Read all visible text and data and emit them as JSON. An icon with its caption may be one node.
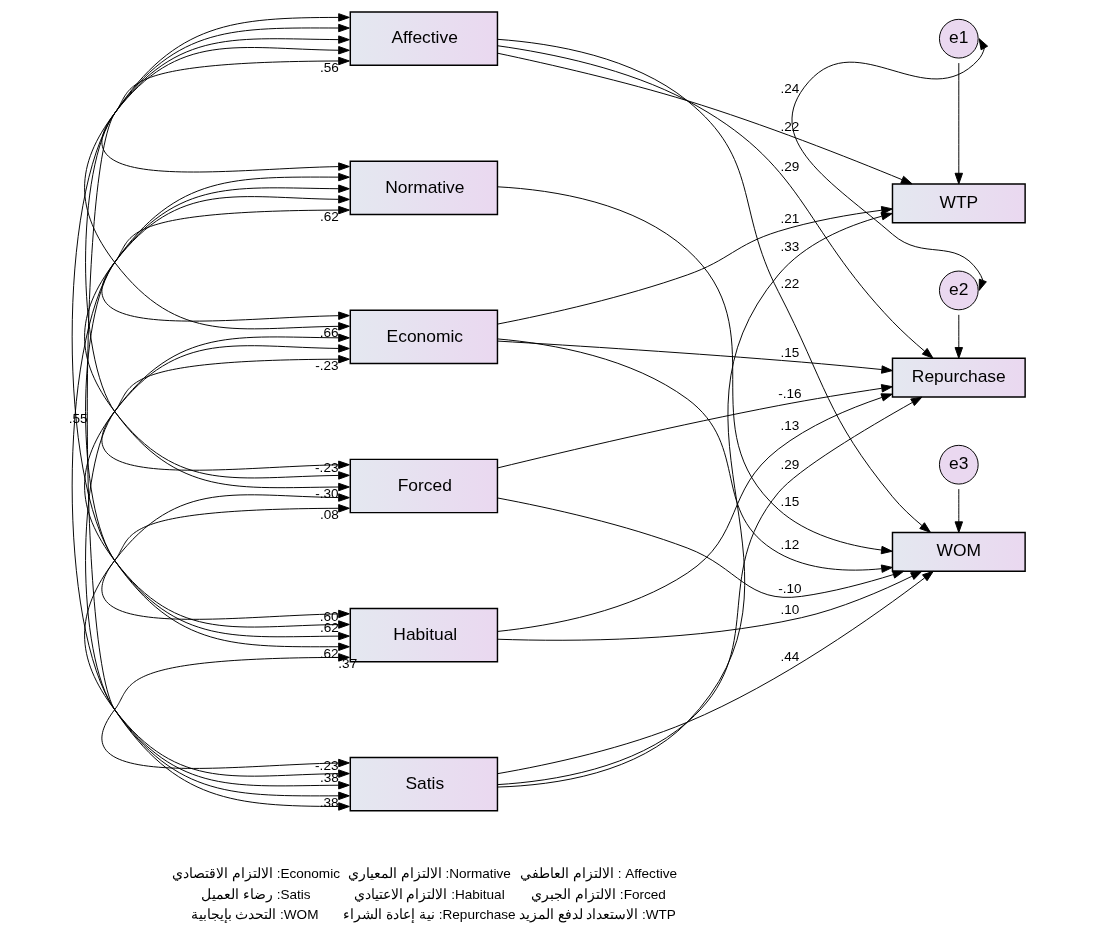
{
  "diagram": {
    "nodes": [
      {
        "text": [
          "Affective"
        ]
      },
      {
        "text": [
          "Normative"
        ]
      },
      {
        "text": [
          "Economic"
        ]
      },
      {
        "text": [
          "Forced"
        ]
      },
      {
        "text": [
          "Habitual"
        ]
      },
      {
        "text": [
          "Satis"
        ]
      },
      {
        "text": [
          "e1"
        ]
      },
      {
        "text": [
          "WTP"
        ]
      },
      {
        "text": [
          "e2"
        ]
      },
      {
        "text": [
          "Repurchase"
        ]
      },
      {
        "text": [
          "e3"
        ]
      },
      {
        "text": [
          "WOM"
        ]
      }
    ],
    "edges": [
      {
        "from": 0,
        "to": 1,
        "arrow": "both",
        "label": ".56"
      },
      {
        "from": 0,
        "to": 2,
        "arrow": "both",
        "label": ".66"
      },
      {
        "from": 0,
        "to": 3,
        "arrow": "both",
        "label": "-.30"
      },
      {
        "from": 0,
        "to": 4,
        "arrow": "both",
        "label": ".62"
      },
      {
        "from": 0,
        "to": 5,
        "arrow": "both",
        "label": ".55"
      },
      {
        "from": 1,
        "to": 2,
        "arrow": "both",
        "label": ".62"
      },
      {
        "from": 1,
        "to": 3,
        "arrow": "both",
        "label": "-.23"
      },
      {
        "from": 1,
        "to": 4,
        "arrow": "both",
        "label": ".62"
      },
      {
        "from": 1,
        "to": 5,
        "arrow": "both",
        "label": ".38"
      },
      {
        "from": 2,
        "to": 3,
        "arrow": "both",
        "label": "-.23"
      },
      {
        "from": 2,
        "to": 4,
        "arrow": "both",
        "label": ".60"
      },
      {
        "from": 2,
        "to": 5,
        "arrow": "both",
        "label": ".38"
      },
      {
        "from": 3,
        "to": 4,
        "arrow": "both",
        "label": ".08"
      },
      {
        "from": 3,
        "to": 5,
        "arrow": "both",
        "label": "-.23"
      },
      {
        "from": 4,
        "to": 5,
        "arrow": "both",
        "label": ".37"
      },
      {
        "from": 0,
        "to": 7,
        "arrow": "to",
        "label": ".22"
      },
      {
        "from": 0,
        "to": 9,
        "arrow": "to",
        "label": ".29"
      },
      {
        "from": 0,
        "to": 11,
        "arrow": "to",
        "label": ".22"
      },
      {
        "from": 1,
        "to": 11,
        "arrow": "to",
        "label": ".15"
      },
      {
        "from": 2,
        "to": 7,
        "arrow": "to",
        "label": ".21"
      },
      {
        "from": 2,
        "to": 9,
        "arrow": "to",
        "label": ".15"
      },
      {
        "from": 2,
        "to": 11,
        "arrow": "to",
        "label": ".12"
      },
      {
        "from": 3,
        "to": 9,
        "arrow": "to",
        "label": "-.16"
      },
      {
        "from": 3,
        "to": 11,
        "arrow": "to",
        "label": "-.10"
      },
      {
        "from": 4,
        "to": 9,
        "arrow": "to",
        "label": ".13"
      },
      {
        "from": 4,
        "to": 11,
        "arrow": "to",
        "label": ".10"
      },
      {
        "from": 5,
        "to": 7,
        "arrow": "to",
        "label": ".33"
      },
      {
        "from": 5,
        "to": 9,
        "arrow": "to",
        "label": ".29"
      },
      {
        "from": 5,
        "to": 11,
        "arrow": "to",
        "label": ".44"
      },
      {
        "from": 6,
        "to": 7,
        "arrow": "to"
      },
      {
        "from": 8,
        "to": 9,
        "arrow": "to"
      },
      {
        "from": 10,
        "to": 11,
        "arrow": "to"
      },
      {
        "from": 6,
        "to": 8,
        "arrow": "both",
        "label": ".24"
      }
    ],
    "labels": [
      "الالتزام الاقتصادي :Economic",
      "الالتزام المعياري :Normative",
      "الالتزام العاطفي : Affective",
      "رضاء العميل :Satis",
      "الالتزام الاعتيادي :Habitual",
      "الالتزام الجبري :Forced",
      "التحدث بإيجابية :WOM",
      "نية إعادة الشراء :Repurchase",
      "الاستعداد لدفع المزيد :WTP"
    ]
  }
}
